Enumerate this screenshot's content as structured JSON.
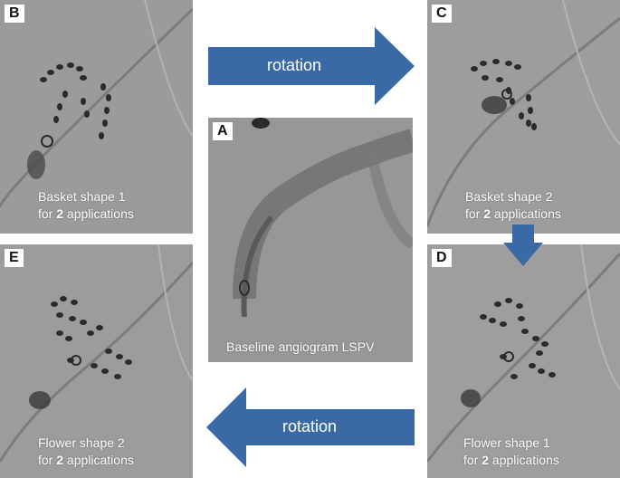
{
  "panels": {
    "B": {
      "tag": "B",
      "caption_line1": "Basket shape 1",
      "caption_pre": "for ",
      "caption_bold": "2",
      "caption_post": " applications"
    },
    "C": {
      "tag": "C",
      "caption_line1": "Basket shape 2",
      "caption_pre": "for ",
      "caption_bold": "2",
      "caption_post": " applications"
    },
    "A": {
      "tag": "A",
      "caption": "Baseline angiogram LSPV"
    },
    "E": {
      "tag": "E",
      "caption_line1": "Flower shape 2",
      "caption_pre": "for ",
      "caption_bold": "2",
      "caption_post": " applications"
    },
    "D": {
      "tag": "D",
      "caption_line1": "Flower shape 1",
      "caption_pre": "for ",
      "caption_bold": "2",
      "caption_post": " applications"
    }
  },
  "arrows": {
    "top": {
      "label": "rotation",
      "direction": "right"
    },
    "bottom": {
      "label": "rotation",
      "direction": "left"
    },
    "small": {
      "direction": "down"
    }
  },
  "colors": {
    "arrow": "#3a6aa5",
    "xray_bg": "#9a9a9a",
    "electrode": "#2a2a2a",
    "tag_bg": "#ffffff"
  }
}
